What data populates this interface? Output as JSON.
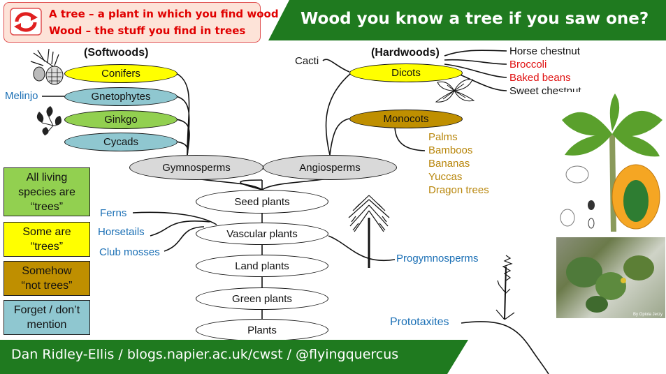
{
  "definitions": {
    "line1": "A tree – a plant in which you find wood",
    "line2": "Wood – the stuff you find in trees"
  },
  "title": "Wood you know a tree if you saw one?",
  "footer": "Dan Ridley-Ellis   /   blogs.napier.ac.uk/cwst   /   @flyingquercus",
  "legend": [
    {
      "label": "All living\nspecies are\n“trees”",
      "color": "#92d050"
    },
    {
      "label": "Some are\n“trees”",
      "color": "#ffff00"
    },
    {
      "label": "Somehow\n“not trees”",
      "color": "#bf8f00"
    },
    {
      "label": "Forget / don’t\nmention",
      "color": "#8fc7d0"
    }
  ],
  "headers": {
    "softwoods": "(Softwoods)",
    "hardwoods": "(Hardwoods)"
  },
  "nodes": {
    "conifers": "Conifers",
    "gnetophytes": "Gnetophytes",
    "ginkgo": "Ginkgo",
    "cycads": "Cycads",
    "gymnosperms": "Gymnosperms",
    "angiosperms": "Angiosperms",
    "dicots": "Dicots",
    "monocots": "Monocots",
    "seed_plants": "Seed plants",
    "vascular_plants": "Vascular plants",
    "land_plants": "Land plants",
    "green_plants": "Green plants",
    "plants": "Plants"
  },
  "labels": {
    "melinjo": "Melinjo",
    "cacti": "Cacti",
    "ferns": "Ferns",
    "horsetails": "Horsetails",
    "club_mosses": "Club mosses",
    "progymnosperms": "Progymnosperms",
    "prototaxites": "Prototaxites"
  },
  "dicot_examples": [
    "Horse chestnut",
    "Broccoli",
    "Baked beans",
    "Sweet chestnut"
  ],
  "monocot_examples": [
    "Palms",
    "Bamboos",
    "Bananas",
    "Yuccas",
    "Dragon trees"
  ],
  "photo_credit": "By Opiola Jerzy",
  "colors": {
    "green": "#92d050",
    "yellow": "#ffff00",
    "gold": "#bf8f00",
    "teal": "#8fc7d0",
    "grey": "#d9d9d9",
    "banner_green": "#1f7a1f",
    "blue_text": "#1a6fb5",
    "gold_text": "#b8860b",
    "red_text": "#e01010"
  }
}
